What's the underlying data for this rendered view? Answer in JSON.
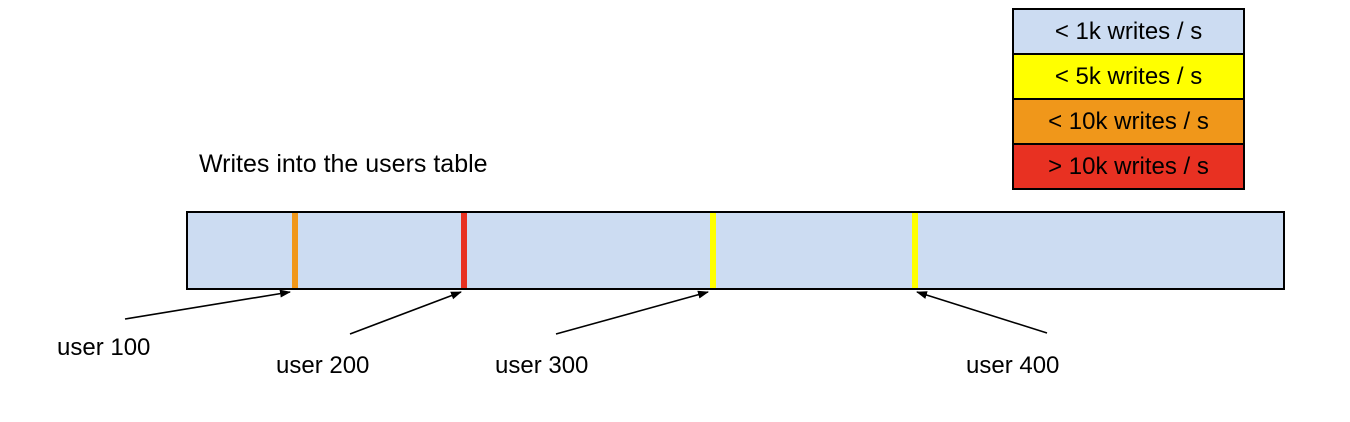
{
  "title": "Writes into the users table",
  "legend": {
    "items": [
      {
        "label": "< 1k writes / s",
        "color": "#ccdcf2"
      },
      {
        "label": "< 5k writes / s",
        "color": "#ffff00"
      },
      {
        "label": "< 10k writes / s",
        "color": "#f0971a"
      },
      {
        "label": "> 10k writes / s",
        "color": "#e83122"
      }
    ]
  },
  "diagram": {
    "bar_fill": "#ccdcf2",
    "bar_border": "#000000",
    "markers": [
      {
        "label": "user 100",
        "stripe_color": "#f0971a",
        "write_rate": "< 10k writes / s"
      },
      {
        "label": "user 200",
        "stripe_color": "#e83122",
        "write_rate": "> 10k writes / s"
      },
      {
        "label": "user 300",
        "stripe_color": "#ffff00",
        "write_rate": "< 5k writes / s"
      },
      {
        "label": "user 400",
        "stripe_color": "#ffff00",
        "write_rate": "< 5k writes / s"
      }
    ]
  }
}
